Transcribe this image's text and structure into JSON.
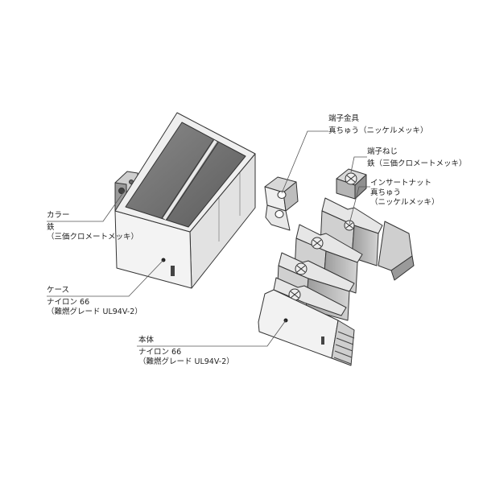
{
  "labels": {
    "collar": {
      "title": "カラー",
      "lines": [
        "鉄",
        "（三価クロメートメッキ）"
      ]
    },
    "case": {
      "title": "ケース",
      "lines": [
        "ナイロン 66",
        "（難燃グレード UL94V-2）"
      ]
    },
    "body": {
      "title": "本体",
      "lines": [
        "ナイロン 66",
        "（難燃グレード UL94V-2）"
      ]
    },
    "terminal_fitting": {
      "title": "端子金具",
      "lines": [
        "真ちゅう（ニッケルメッキ）"
      ]
    },
    "terminal_screw": {
      "title": "端子ねじ",
      "lines": [
        "鉄（三価クロメートメッキ）"
      ]
    },
    "insert_nut": {
      "title": "インサートナット",
      "lines": [
        "真ちゅう",
        "（ニッケルメッキ）"
      ]
    }
  }
}
